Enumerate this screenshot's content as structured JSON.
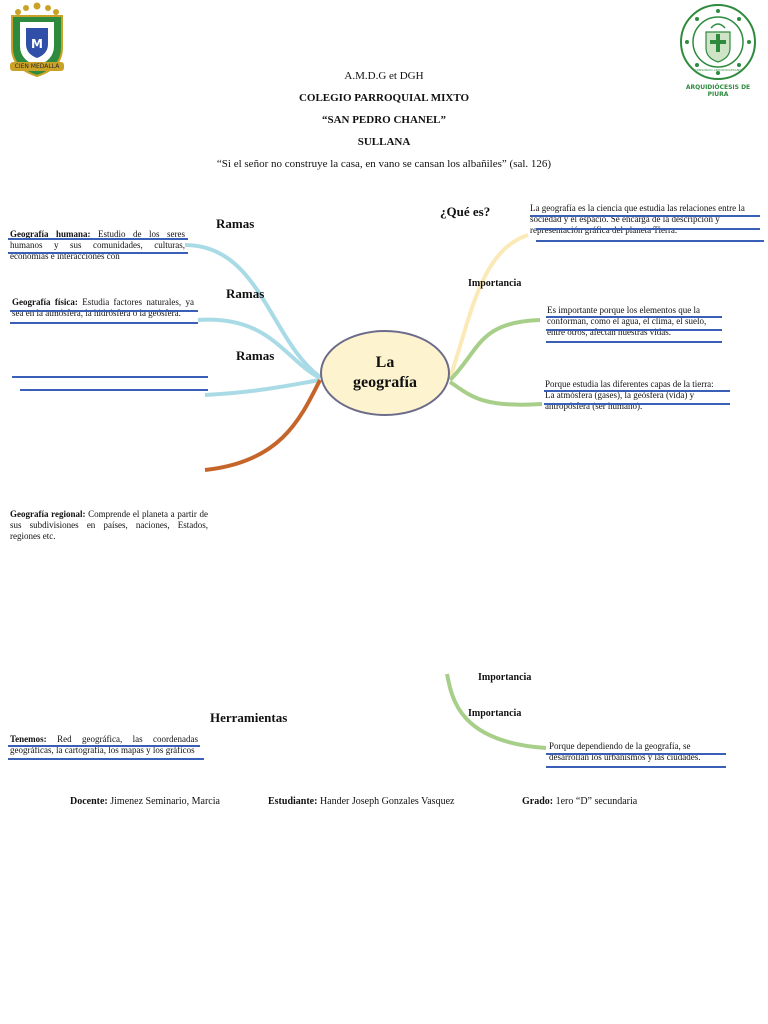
{
  "header": {
    "motto": "A.M.D.G et DGH",
    "school_line1": "COLEGIO PARROQUIAL MIXTO",
    "school_line2": "“SAN PEDRO CHANEL”",
    "city": "SULLANA",
    "quote": "“Si el señor no construye la casa, en vano se cansan los albañiles” (sal. 126)"
  },
  "logos": {
    "left_banner": "CIEN MEDALLA",
    "right_ring": "CONSORCIO ARQUIDIOCESANO DE COLEGIOS PARROQUIALES",
    "right_caption": "ARQUIDIÓCESIS DE PIURA"
  },
  "center": {
    "line1": "La",
    "line2": "geografía"
  },
  "labels": {
    "ramas1": "Ramas",
    "ramas2": "Ramas",
    "ramas3": "Ramas",
    "que_es": "¿Qué es?",
    "importancia1": "Importancia",
    "herramientas": "Herramientas",
    "importancia2": "Importancia",
    "importancia3": "Importancia"
  },
  "left": {
    "humana_title": "Geografía humana:",
    "humana_text": " Estudio de los seres humanos y sus comunidades, culturas, economías e interacciones con",
    "fisica_title": "Geografía física:",
    "fisica_text": " Estudia factores naturales, ya sea en la atmósfera, la hidrósfera o la geósfera.",
    "regional_title": "Geografía regional:",
    "regional_text": " Comprende el planeta a partir de sus subdivisiones en países, naciones, Estados, regiones etc.",
    "tenemos_title": "Tenemos:",
    "tenemos_text": " Red geográfica, las coordenadas geográficas, la cartografía, los mapas y los gráficos"
  },
  "right": {
    "definicion": "La geografía es la ciencia que estudia las relaciones entre la sociedad y el espacio. Se encarga de la descripción y representación gráfica del planeta Tierra.",
    "importancia_a": "Es importante porque los elementos que la conforman, como el agua, el clima, el suelo, entre otros, afectan nuestras vidas.",
    "importancia_b": "Porque estudia las diferentes capas de la tierra: La atmósfera (gases), la geósfera (vida) y antropósfera (ser humano).",
    "importancia_c": "Porque dependiendo de la geografía, se desarrollan los urbanismos y las ciudades."
  },
  "footer": {
    "docente_label": "Docente:",
    "docente": " Jimenez Seminario, Marcia",
    "estudiante_label": "Estudiante:",
    "estudiante": " Hander Joseph Gonzales Vasquez",
    "grado_label": "Grado:",
    "grado": " 1ero “D” secundaria"
  },
  "colors": {
    "light_blue_branch": "#a9dbe6",
    "orange_branch": "#c5652a",
    "green_branch": "#a7cf8a",
    "yellow_branch": "#fbe9b8",
    "underline_blue": "#3a5fb7",
    "center_fill": "#fdf3cf"
  }
}
